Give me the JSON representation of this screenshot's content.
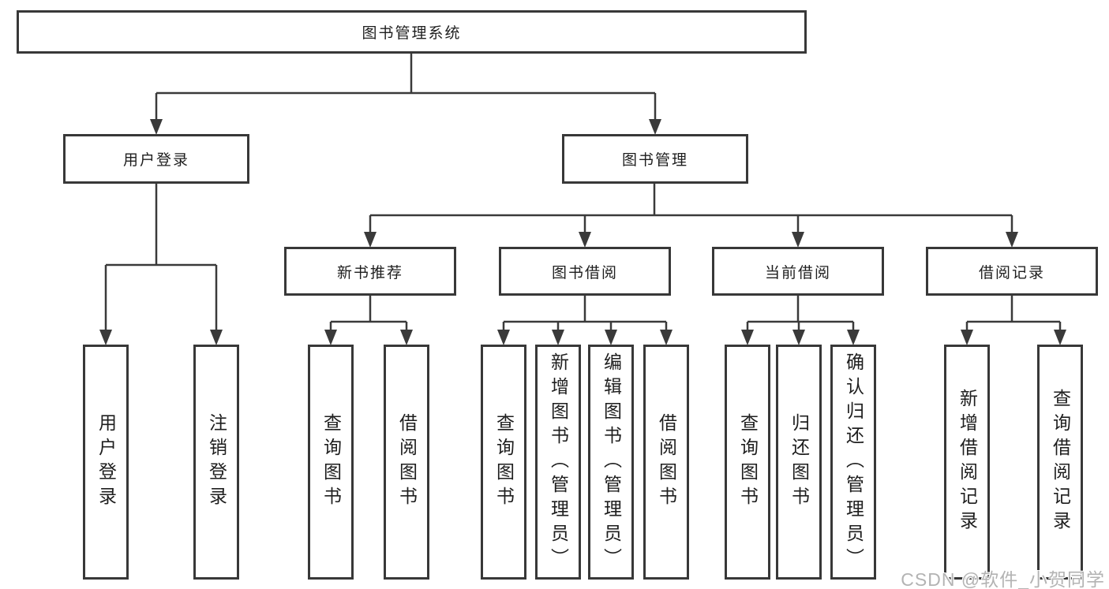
{
  "tree": {
    "root": {
      "label": "图书管理系统"
    },
    "children": [
      {
        "label": "用户登录",
        "children": [
          {
            "label": "用户登录"
          },
          {
            "label": "注销登录"
          }
        ]
      },
      {
        "label": "图书管理",
        "children": [
          {
            "label": "新书推荐",
            "children": [
              {
                "label": "查询图书"
              },
              {
                "label": "借阅图书"
              }
            ]
          },
          {
            "label": "图书借阅",
            "children": [
              {
                "label": "查询图书"
              },
              {
                "label": "新增图书（管理员）"
              },
              {
                "label": "编辑图书（管理员）"
              },
              {
                "label": "借阅图书"
              }
            ]
          },
          {
            "label": "当前借阅",
            "children": [
              {
                "label": "查询图书"
              },
              {
                "label": "归还图书"
              },
              {
                "label": "确认归还（管理员）"
              }
            ]
          },
          {
            "label": "借阅记录",
            "children": [
              {
                "label": "新增借阅记录"
              },
              {
                "label": "查询借阅记录"
              }
            ]
          }
        ]
      }
    ]
  },
  "watermark": {
    "text": "CSDN @软件_小贺同学"
  },
  "colors": {
    "line": "#3a3a3a",
    "box_border": "#383838",
    "text": "#1e1e1e",
    "watermark": "#b3b3b3",
    "background": "#ffffff"
  }
}
